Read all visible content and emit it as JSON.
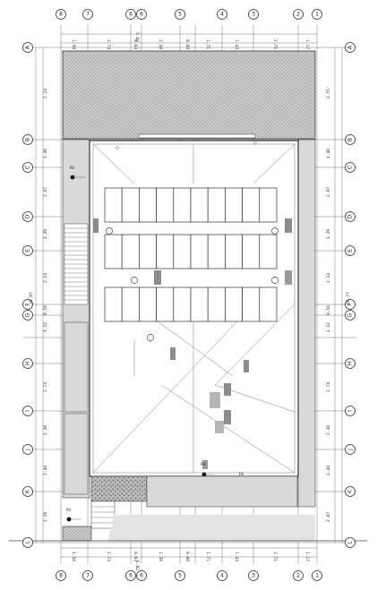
{
  "drawing": {
    "grid_columns": [
      "8",
      "7",
      "6",
      "5",
      "4",
      "3",
      "2",
      "1"
    ],
    "grid_rows": [
      "A",
      "B",
      "C",
      "D",
      "E",
      "F",
      "G",
      "H",
      "I",
      "J",
      "K",
      "L"
    ],
    "top_dims": [
      "1.58",
      "2.73",
      "0.63",
      "2.38",
      "0.88",
      "1.71",
      "1.43",
      "2.71",
      "1.17"
    ],
    "bottom_dims": [
      "1.58",
      "2.73",
      "0.63",
      "2.38",
      "0.88",
      "1.71",
      "1.43",
      "2.71",
      "1.17"
    ],
    "left_dims": [
      "2.24",
      "1.48",
      "2.67",
      "1.39",
      "2.14",
      "0.56",
      "1.32",
      "2.74",
      "2.38",
      "2.44",
      "2.19"
    ],
    "right_dims": [
      "2.55",
      "1.48",
      "2.67",
      "1.39",
      "2.14",
      "0.56",
      "1.32",
      "2.74",
      "2.38",
      "2.44",
      "2.87"
    ],
    "overall_left": "28.97",
    "overall_right": "28.77",
    "top_center_dim": "5.02",
    "bottom_center_dim": "5.02",
    "rv_labels": [
      "RV",
      "RV",
      "RV",
      "RV"
    ],
    "colors": {
      "line": "#333333",
      "hatch": "#b8b8b8",
      "panel": "#ffffff",
      "shadow": "#d9d9d9",
      "equipment": "#8c8c8c"
    }
  }
}
